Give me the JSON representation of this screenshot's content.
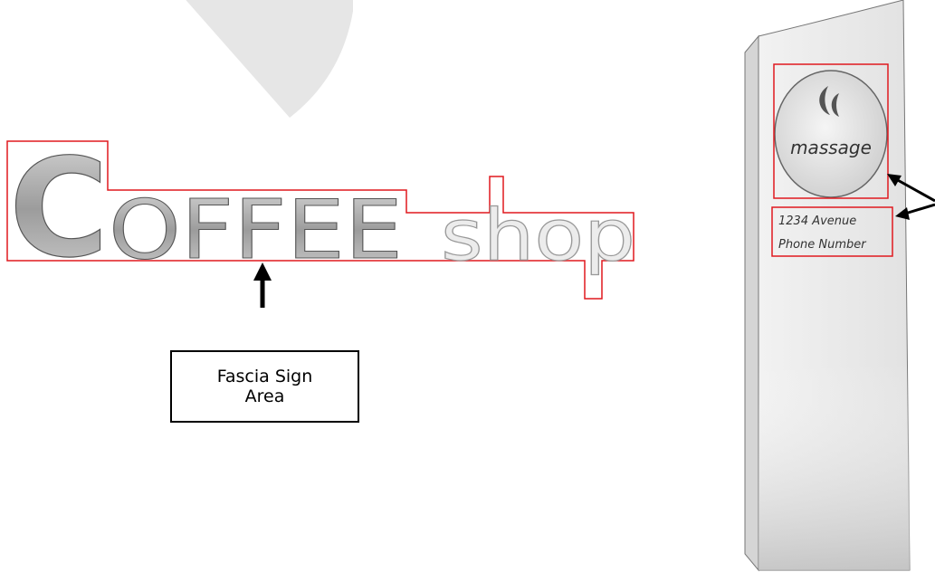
{
  "fascia": {
    "word_big": "COFFEE",
    "word_small": "shop",
    "callout_label": "Fascia Sign Area"
  },
  "monument": {
    "logo_text": "massage",
    "address": "1234 Avenue",
    "phone": "Phone Number"
  },
  "colors": {
    "outline": "#e0191f",
    "arrow": "#000000",
    "watermark": "#e6e6e6",
    "letters": "#b5b5b5"
  }
}
